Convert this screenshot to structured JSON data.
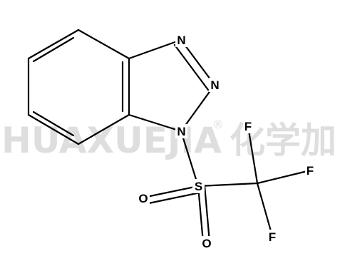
{
  "watermark": {
    "latin": "HUAXUEJIA",
    "registered": "®",
    "cjk": "化学加"
  },
  "atoms": {
    "n1": "N",
    "n2": "N",
    "n3": "N",
    "s": "S",
    "o1": "O",
    "o2": "O",
    "f1": "F",
    "f2": "F",
    "f3": "F"
  }
}
